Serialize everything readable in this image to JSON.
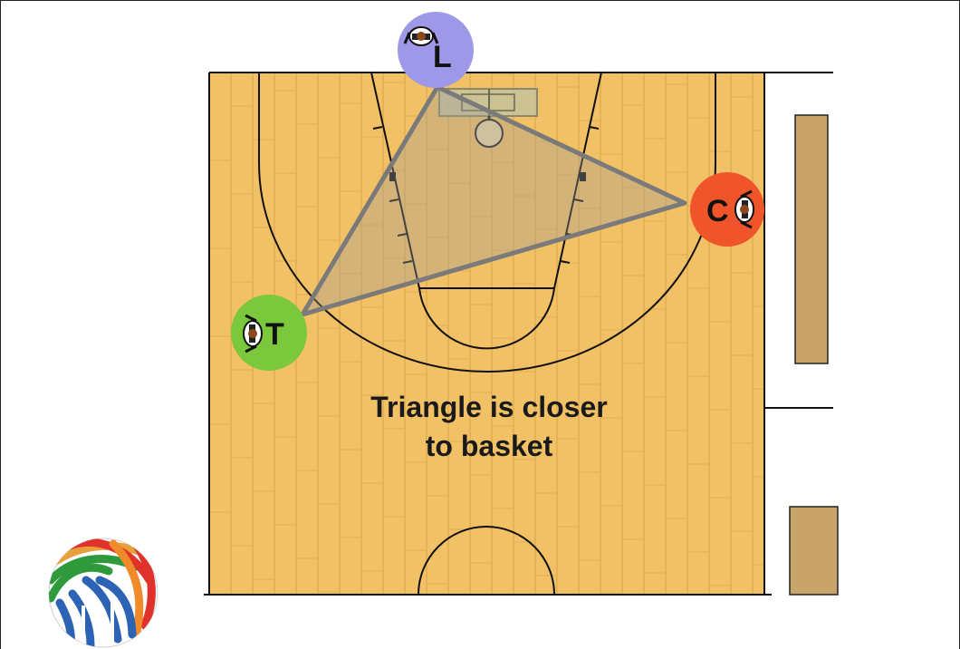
{
  "diagram": {
    "caption_lines": [
      "Triangle is closer",
      "to basket"
    ],
    "officials": [
      {
        "letter": "L",
        "color": "#9d98e8"
      },
      {
        "letter": "C",
        "color": "#f0542a"
      },
      {
        "letter": "T",
        "color": "#7cc83c"
      }
    ],
    "colors": {
      "court_wood": "#f2c065",
      "court_board_line": "#d9a548",
      "court_line": "#111111",
      "triangle_fill": "#9a9a9a",
      "triangle_stroke": "#7a7a7a",
      "bench": "#c9a46a"
    },
    "logo": "fiba-ball-logo"
  }
}
